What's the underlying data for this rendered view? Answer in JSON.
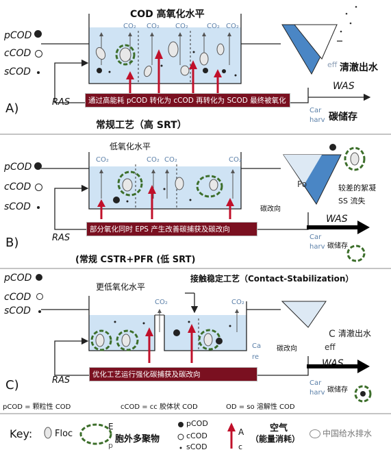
{
  "panels": [
    {
      "letter": "A)",
      "pcod": "pCOD",
      "ccod": "cCOD",
      "scod": "sCOD",
      "top_label": "COD 高氧化水平",
      "co2": [
        "CO₂",
        "CO₂",
        "CO₂",
        "CO₂",
        "CO₂"
      ],
      "banner": "通过高能耗 pCOD 转化为 cCOD 再转化为 SCOD 最终被氧化",
      "ras": "RAS",
      "was": "WAS",
      "effluent": "清澈出水",
      "carbon_storage": "碳储存",
      "caption": "常规工艺（高 SRT）",
      "partial_car": "Car",
      "partial_harv": "harv",
      "partial_eff": "eff"
    },
    {
      "letter": "B)",
      "pcod": "pCOD",
      "ccod": "cCOD",
      "scod": "sCOD",
      "top_label": "低氧化水平",
      "co2": [
        "CO₂",
        "CO₂",
        "CO₂",
        "CO₂"
      ],
      "banner": "部分氧化同时 EPS 产生改善碳捕获及碳改向",
      "carbon_redirect": "碳改向",
      "ras": "RAS",
      "was": "WAS",
      "poor_settling": "较差的絮凝",
      "ss_loss": "SS 流失",
      "carbon_storage": "碳储存",
      "caption": "(常规 CSTR+PFR (低 SRT)",
      "partial_car": "Car",
      "partial_harv": "harv",
      "partial_po": "Po"
    },
    {
      "letter": "C)",
      "pcod": "pCOD",
      "ccod": "cCOD",
      "scod": "sCOD",
      "top_label": "更低氧化水平",
      "title": "接触稳定工艺（Contact-Stabilization）",
      "co2": [
        "CO₂",
        "CO₂"
      ],
      "banner": "优化工艺运行强化碳捕获及碳改向",
      "carbon_redirect": "碳改向",
      "ras": "RAS",
      "was": "WAS",
      "effluent": "清澈出水",
      "carbon_storage": "碳储存",
      "partial_c": "C",
      "partial_eff": "eff",
      "partial_ca": "Ca",
      "partial_re": "re",
      "partial_car": "Car",
      "partial_harv": "harv"
    }
  ],
  "definitions": {
    "pcod": "pCOD = 颗粒性 COD",
    "ccod": "cCOD = cc 胶体状 COD",
    "scod": "OD = so 溶解性 COD"
  },
  "key": {
    "title": "Key:",
    "floc": "Floc",
    "eps_partial": "E",
    "eps_partial2": "p",
    "eps": "胞外多聚物",
    "pcod": "pCOD",
    "ccod": "cCOD",
    "scod": "sCOD",
    "air_partial": "A",
    "air_partial2": "c",
    "air": "空气",
    "energy": "（能量消耗）"
  },
  "watermark": "中国给水排水",
  "colors": {
    "banner": "#7a1020",
    "arrow": "#c0102a",
    "water": "#cfe3f4",
    "eps": "#3c6e2a",
    "clarifier": "#4a86c5"
  }
}
